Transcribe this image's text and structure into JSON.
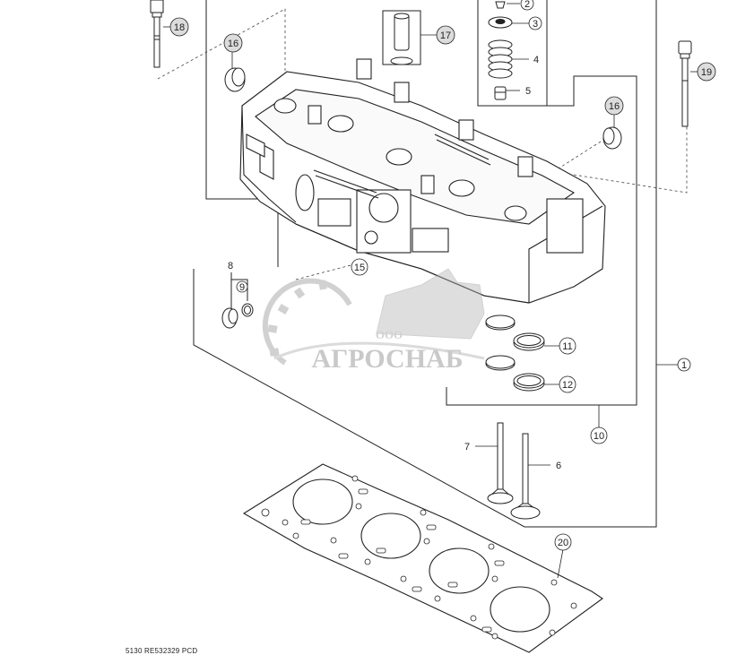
{
  "callouts": {
    "c1": "1",
    "c2": "2",
    "c3": "3",
    "c4": "4",
    "c5": "5",
    "c6": "6",
    "c7": "7",
    "c8": "8",
    "c9": "9",
    "c10": "10",
    "c11": "11",
    "c12": "12",
    "c15": "15",
    "c16a": "16",
    "c16b": "16",
    "c17": "17",
    "c18": "18",
    "c19": "19",
    "c20": "20"
  },
  "watermark": {
    "prefix": "ООО",
    "brand": "АГРОСНАБ"
  },
  "footer": {
    "reference": "5130  RE532329  PCD"
  },
  "colors": {
    "line": "#222222",
    "callout_fill": "#dcdcdc",
    "watermark": "#9a9a9a"
  }
}
